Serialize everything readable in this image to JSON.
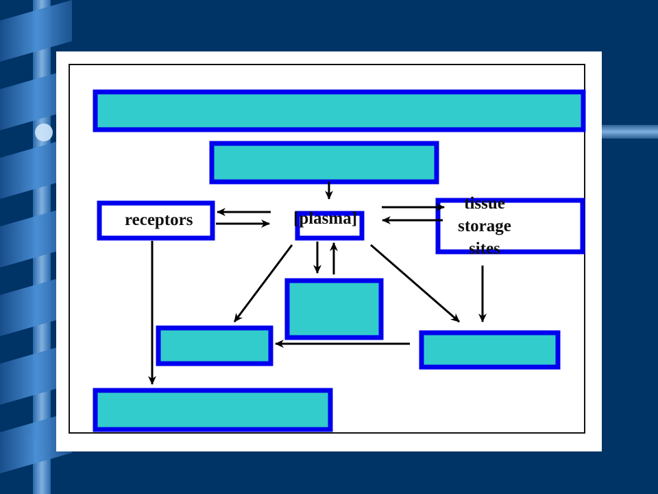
{
  "diagram": {
    "receptors_label": "receptors",
    "plasma_label": "[plasma]",
    "tissue_storage_label": "tissue storage sites"
  },
  "colors": {
    "background": "#003366",
    "panel": "#ffffff",
    "box_border": "#0000ee",
    "box_fill": "#33cccc",
    "arrow": "#000000",
    "decor_stripe": "#3a78c0"
  }
}
